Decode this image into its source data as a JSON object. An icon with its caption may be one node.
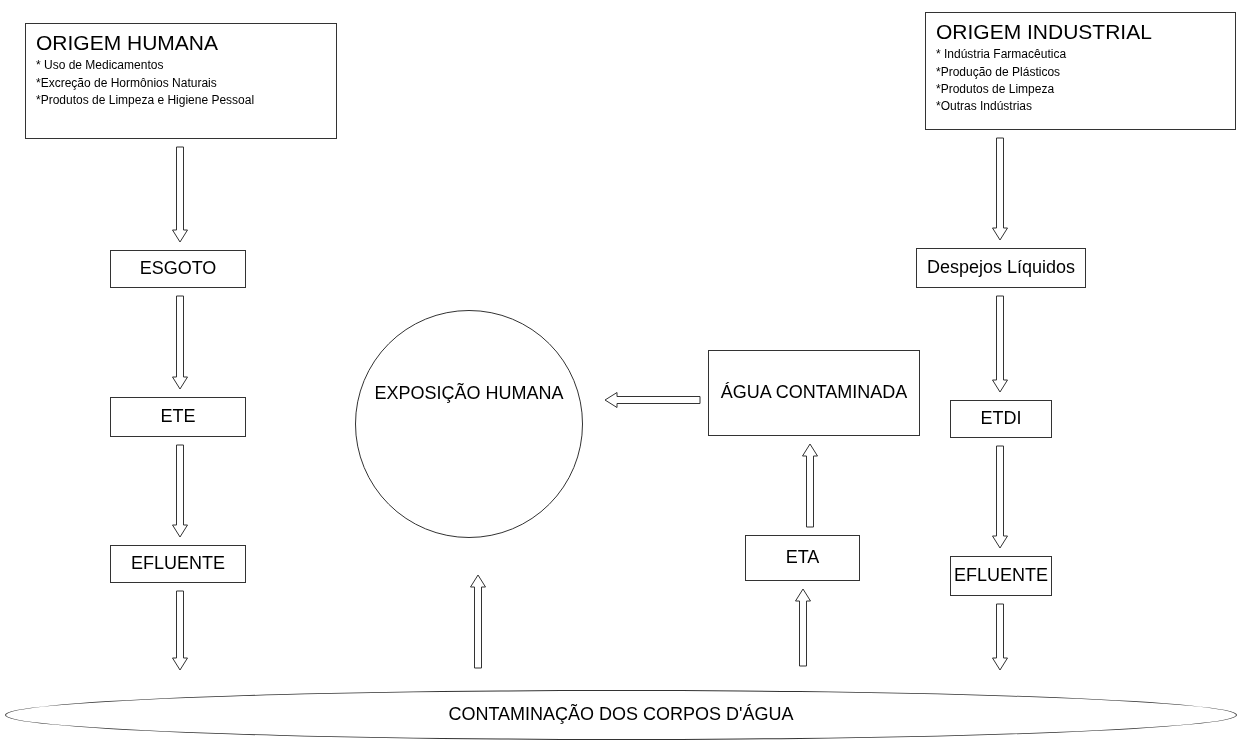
{
  "diagram": {
    "nodes": [
      {
        "text": [
          "ORIGEM HUMANA",
          "* Uso de Medicamentos",
          "*Excreção de Hormônios Naturais",
          "*Produtos de Limpeza e Higiene Pessoal"
        ]
      },
      {
        "text": [
          "ORIGEM INDUSTRIAL",
          "* Indústria Farmacêutica",
          "*Produção de Plásticos",
          "*Produtos de Limpeza",
          "*Outras Indústrias"
        ]
      },
      {
        "text": [
          "ESGOTO"
        ]
      },
      {
        "text": [
          "Despejos Líquidos"
        ]
      },
      {
        "text": [
          "EXPOSIÇÃO HUMANA"
        ]
      },
      {
        "text": [
          "ÁGUA CONTAMINADA"
        ]
      },
      {
        "text": [
          "ETE"
        ]
      },
      {
        "text": [
          "ETDI"
        ]
      },
      {
        "text": [
          "EFLUENTE"
        ]
      },
      {
        "text": [
          "ETA"
        ]
      },
      {
        "text": [
          "EFLUENTE"
        ]
      },
      {
        "text": [
          "CONTAMINAÇÃO DOS CORPOS D'ÁGUA"
        ]
      }
    ],
    "edges": [
      {
        "from": 0,
        "to": 2,
        "arrow": "to"
      },
      {
        "from": 2,
        "to": 6,
        "arrow": "to"
      },
      {
        "from": 6,
        "to": 8,
        "arrow": "to"
      },
      {
        "from": 8,
        "to": 11,
        "arrow": "to"
      },
      {
        "from": 1,
        "to": 3,
        "arrow": "to"
      },
      {
        "from": 3,
        "to": 7,
        "arrow": "to"
      },
      {
        "from": 7,
        "to": 10,
        "arrow": "to"
      },
      {
        "from": 10,
        "to": 11,
        "arrow": "to"
      },
      {
        "from": 11,
        "to": 4,
        "arrow": "to"
      },
      {
        "from": 11,
        "to": 9,
        "arrow": "to"
      },
      {
        "from": 9,
        "to": 5,
        "arrow": "to"
      },
      {
        "from": 5,
        "to": 4,
        "arrow": "to"
      }
    ]
  }
}
